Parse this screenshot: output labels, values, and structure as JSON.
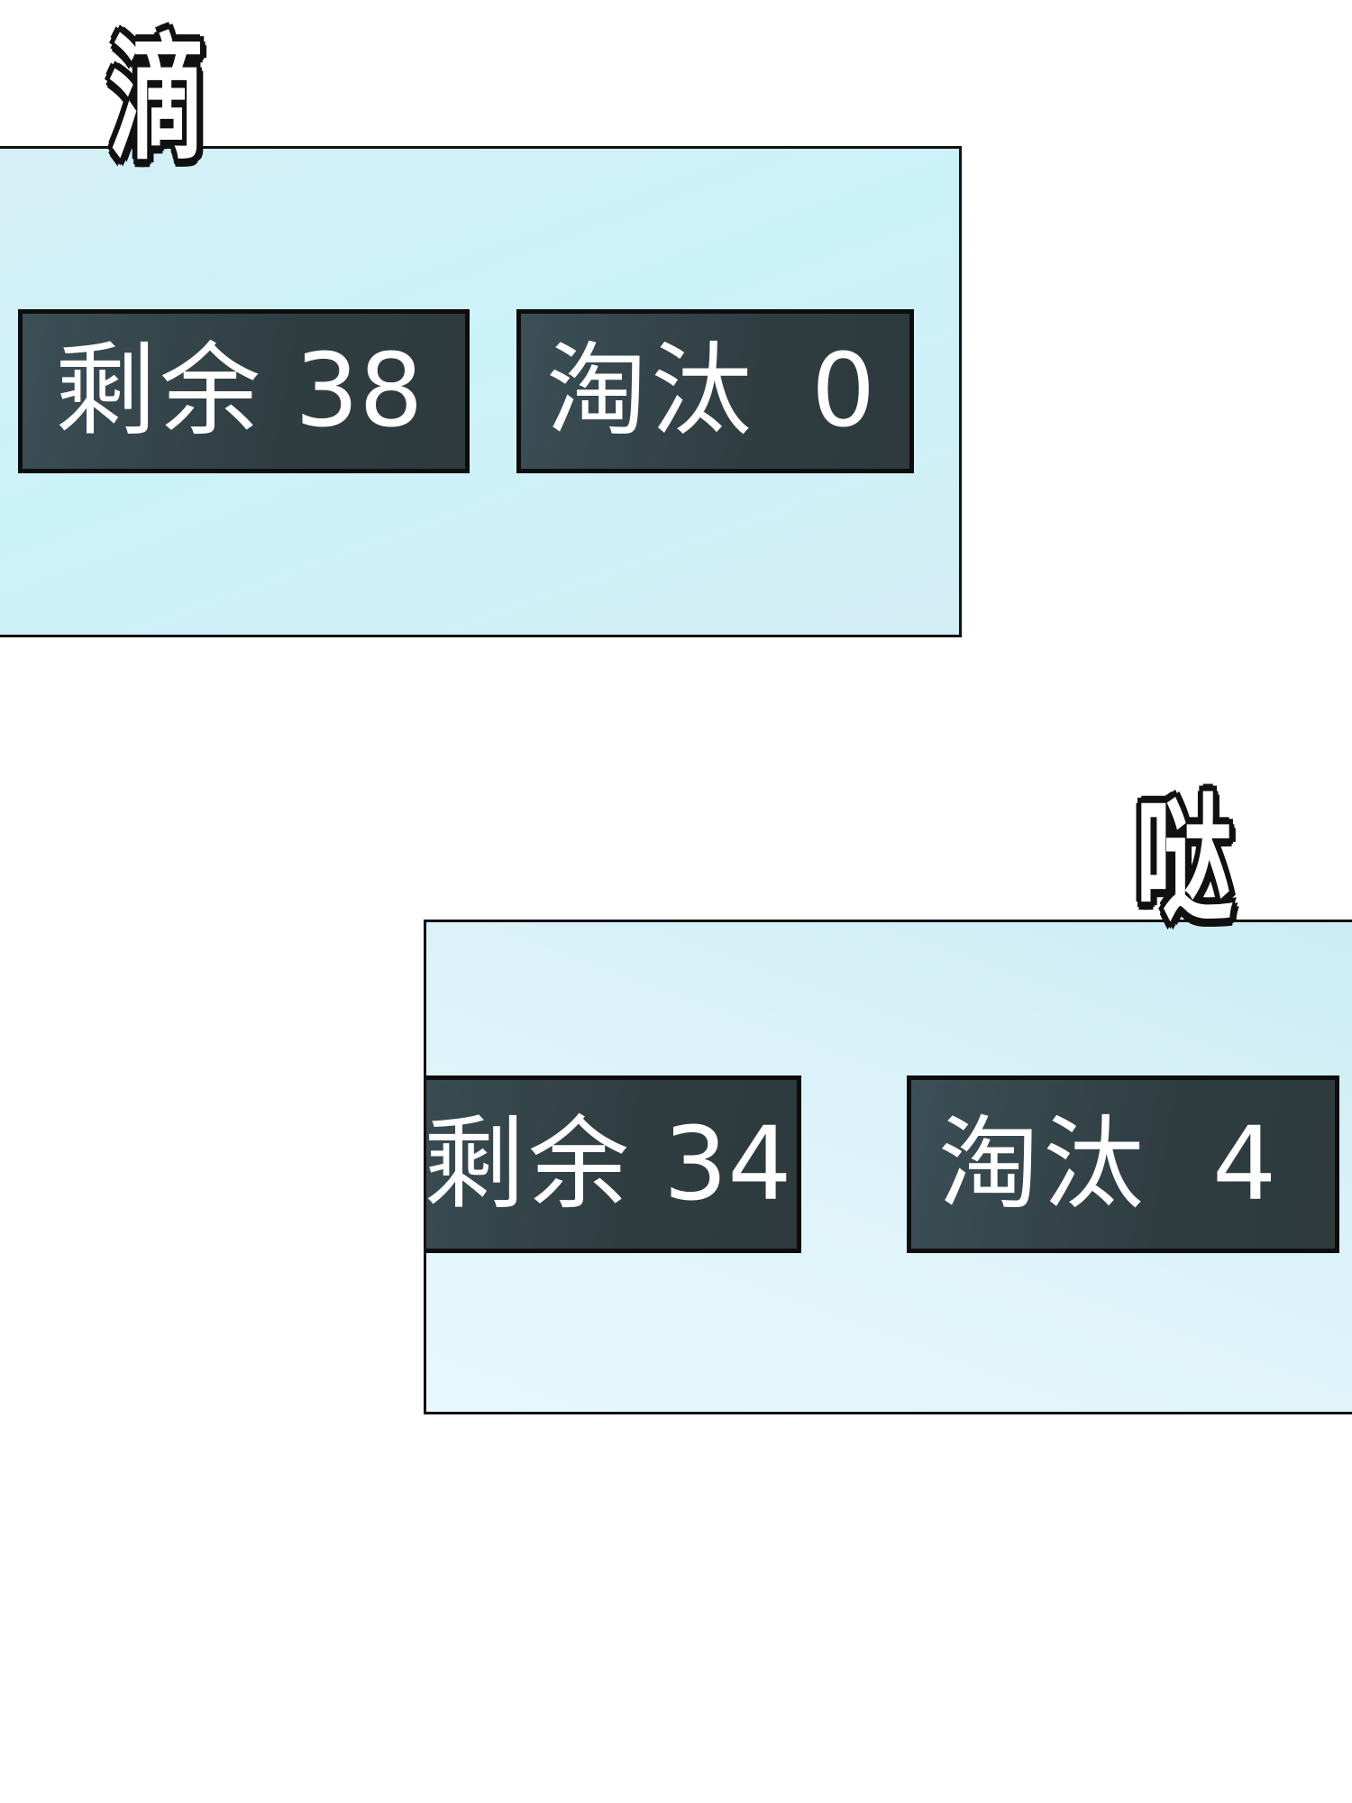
{
  "sfx": {
    "top": "滴",
    "bottom": "哒"
  },
  "panels": [
    {
      "remaining": {
        "label": "剩余",
        "value": "38"
      },
      "eliminated": {
        "label": "淘汰",
        "value": "0"
      }
    },
    {
      "remaining": {
        "label": "剩余",
        "value": "34"
      },
      "eliminated": {
        "label": "淘汰",
        "value": "4"
      }
    }
  ],
  "colors": {
    "panel_bg": "#cff1f8",
    "counter_bg": "#2f3d41",
    "counter_text": "#ffffff",
    "border": "#111111"
  }
}
